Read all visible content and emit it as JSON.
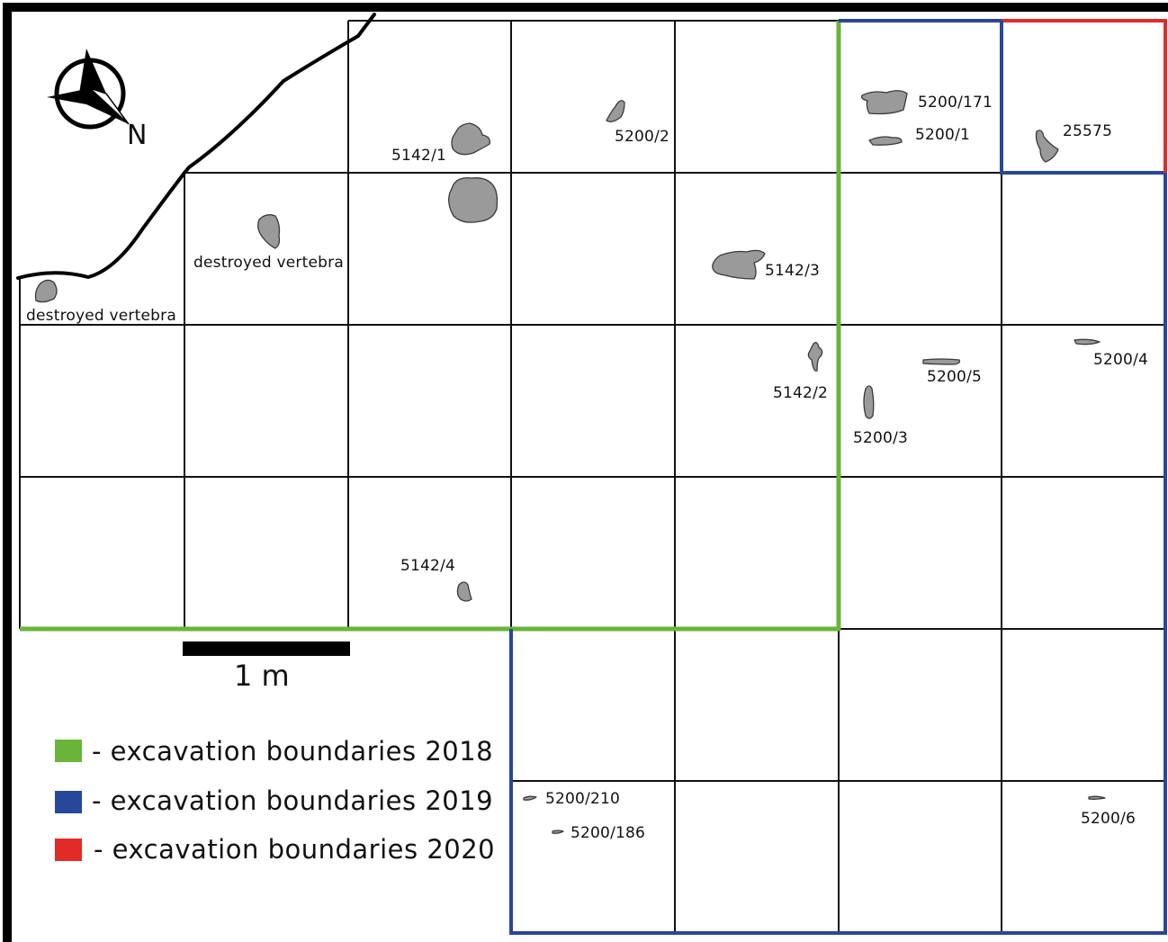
{
  "north_label": "N",
  "scale": {
    "label": "1 m"
  },
  "legend": [
    {
      "color": "#6ab43a",
      "label": "- excavation boundaries 2018"
    },
    {
      "color": "#27479a",
      "label": "- excavation boundaries 2019"
    },
    {
      "color": "#e22b26",
      "label": "- excavation boundaries 2020"
    }
  ],
  "finds": [
    {
      "id": "5142-1",
      "label": "5142/1"
    },
    {
      "id": "5200-2",
      "label": "5200/2"
    },
    {
      "id": "5200-171",
      "label": "5200/171"
    },
    {
      "id": "5200-1",
      "label": "5200/1"
    },
    {
      "id": "25575",
      "label": "25575"
    },
    {
      "id": "destroyed-vertebra-1",
      "label": "destroyed vertebra"
    },
    {
      "id": "destroyed-vertebra-2",
      "label": "destroyed vertebra"
    },
    {
      "id": "5142-3",
      "label": "5142/3"
    },
    {
      "id": "5142-2",
      "label": "5142/2"
    },
    {
      "id": "5200-5",
      "label": "5200/5"
    },
    {
      "id": "5200-4",
      "label": "5200/4"
    },
    {
      "id": "5200-3",
      "label": "5200/3"
    },
    {
      "id": "5142-4",
      "label": "5142/4"
    },
    {
      "id": "5200-210",
      "label": "5200/210"
    },
    {
      "id": "5200-186",
      "label": "5200/186"
    },
    {
      "id": "5200-6",
      "label": "5200/6"
    }
  ]
}
